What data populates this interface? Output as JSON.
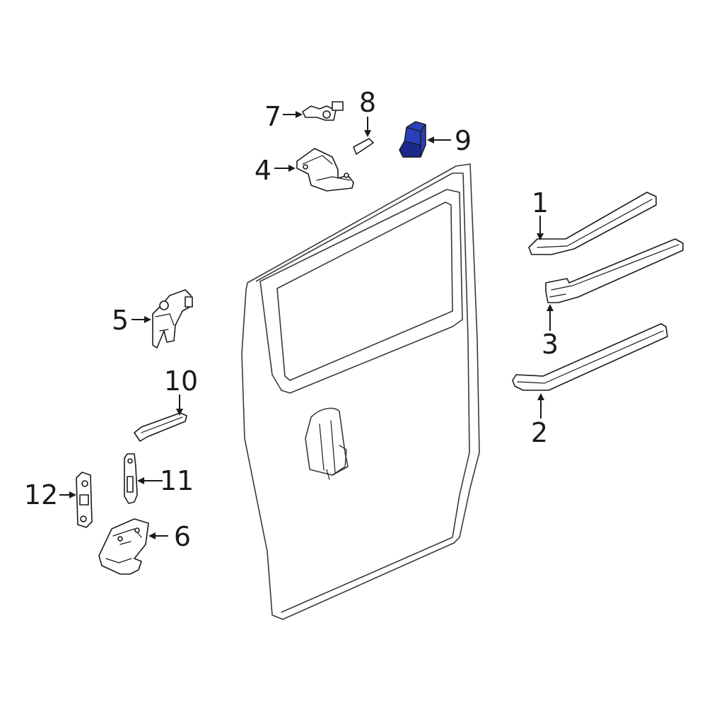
{
  "callouts": {
    "c1": "1",
    "c2": "2",
    "c3": "3",
    "c4": "4",
    "c5": "5",
    "c6": "6",
    "c7": "7",
    "c8": "8",
    "c9": "9",
    "c10": "10",
    "c11": "11",
    "c12": "12"
  },
  "colors": {
    "highlight_part": "#2a3fb8",
    "highlight_part_shade": "#1b2a8a",
    "line": "#1a1a1a",
    "background": "#ffffff"
  },
  "highlighted_callout": "9"
}
